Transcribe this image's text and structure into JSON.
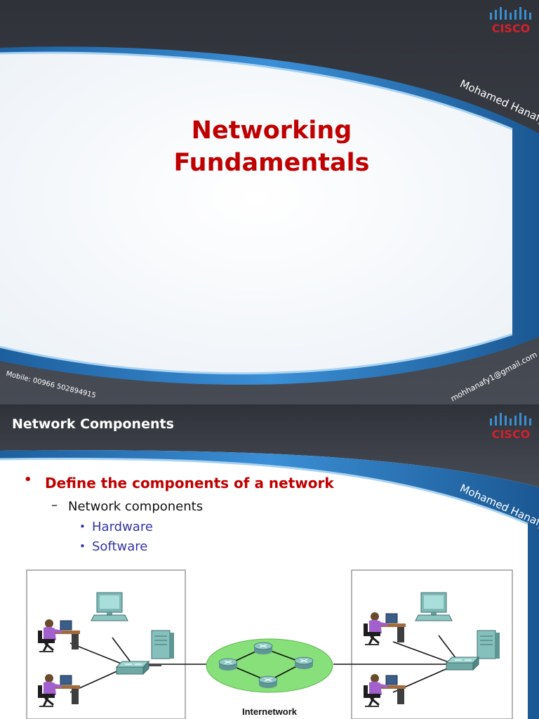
{
  "slide1": {
    "title_lines": [
      "Networking",
      "Fundamentals"
    ],
    "author": "Mohamed Hanafy",
    "mobile": "Mobile: 00966 502894915",
    "email": "mohhanafy1@gmail.com",
    "logo_text": "CISCO"
  },
  "slide2": {
    "title": "Network Components",
    "author": "Mohamed Hanafy",
    "logo_text": "CISCO",
    "bullets": {
      "level1": "Define the components of a network",
      "level2": "Network components",
      "level3": [
        "Hardware",
        "Software"
      ]
    },
    "diagram": {
      "caption": "Internetwork"
    }
  },
  "colors": {
    "dark_band": "#3a3d45",
    "swoosh_blue": "#2a7ac0",
    "title_red": "#c00000",
    "sub_bullet_blue": "#3333aa",
    "cloud_green": "#88e07a"
  },
  "glyphs": {
    "bullet": "•",
    "dash": "–"
  }
}
